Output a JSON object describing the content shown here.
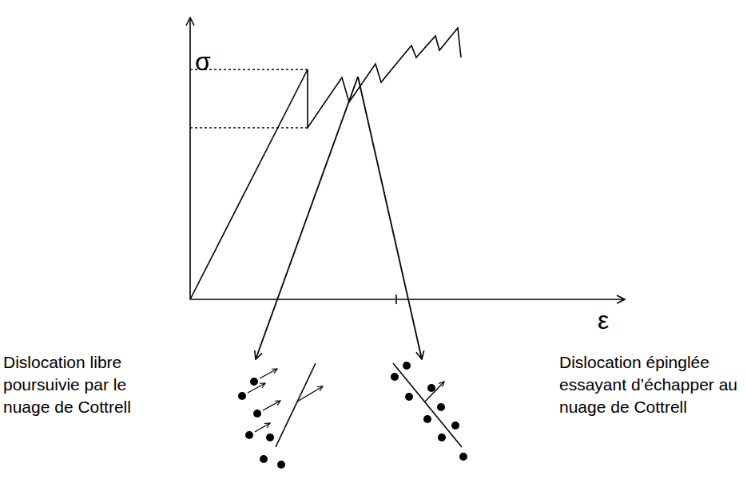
{
  "diagram": {
    "labels": [
      "σ",
      "ε",
      "Dislocation libre poursuivie par le nuage de Cottrell",
      "Dislocation épinglée essayant d’échapper au nuage de Cottrell"
    ]
  }
}
